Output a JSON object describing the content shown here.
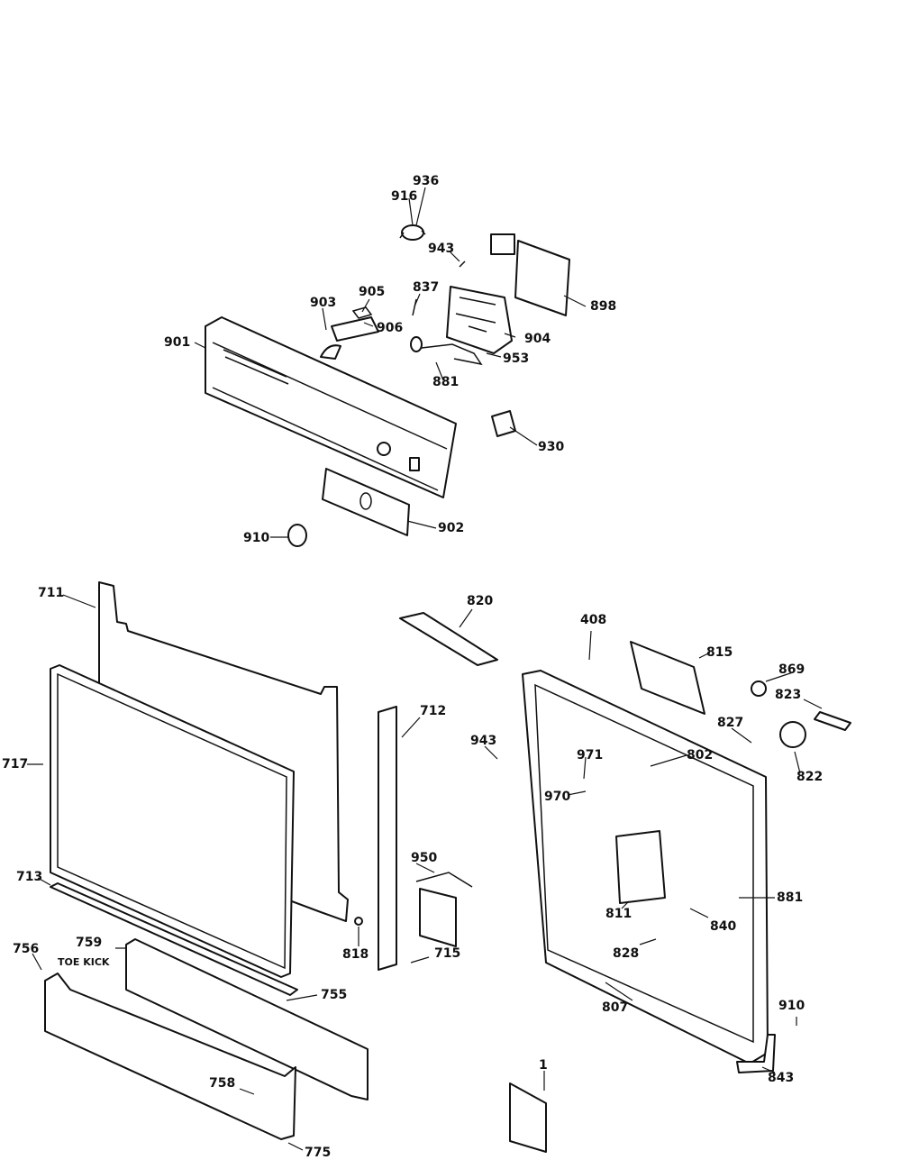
{
  "diagram": {
    "labels": {
      "l936": "936",
      "l916": "916",
      "l943a": "943",
      "l837": "837",
      "l898": "898",
      "l903": "903",
      "l905": "905",
      "l906": "906",
      "l904": "904",
      "l901": "901",
      "l953": "953",
      "l881": "881",
      "l930": "930",
      "l902": "902",
      "l910a": "910",
      "l711": "711",
      "l820": "820",
      "l408": "408",
      "l815": "815",
      "l869": "869",
      "l823": "823",
      "l827": "827",
      "l822": "822",
      "l712": "712",
      "l943b": "943",
      "l971": "971",
      "l802": "802",
      "l970": "970",
      "l717": "717",
      "l950": "950",
      "l713": "713",
      "l818": "818",
      "l715": "715",
      "l881b": "881",
      "l811": "811",
      "l840": "840",
      "l828": "828",
      "l756": "756",
      "l759": "759",
      "l755": "755",
      "l807": "807",
      "l910b": "910",
      "l758": "758",
      "l1": "1",
      "l843": "843",
      "l775": "775"
    },
    "toe_kick_text": "TOE KICK"
  }
}
